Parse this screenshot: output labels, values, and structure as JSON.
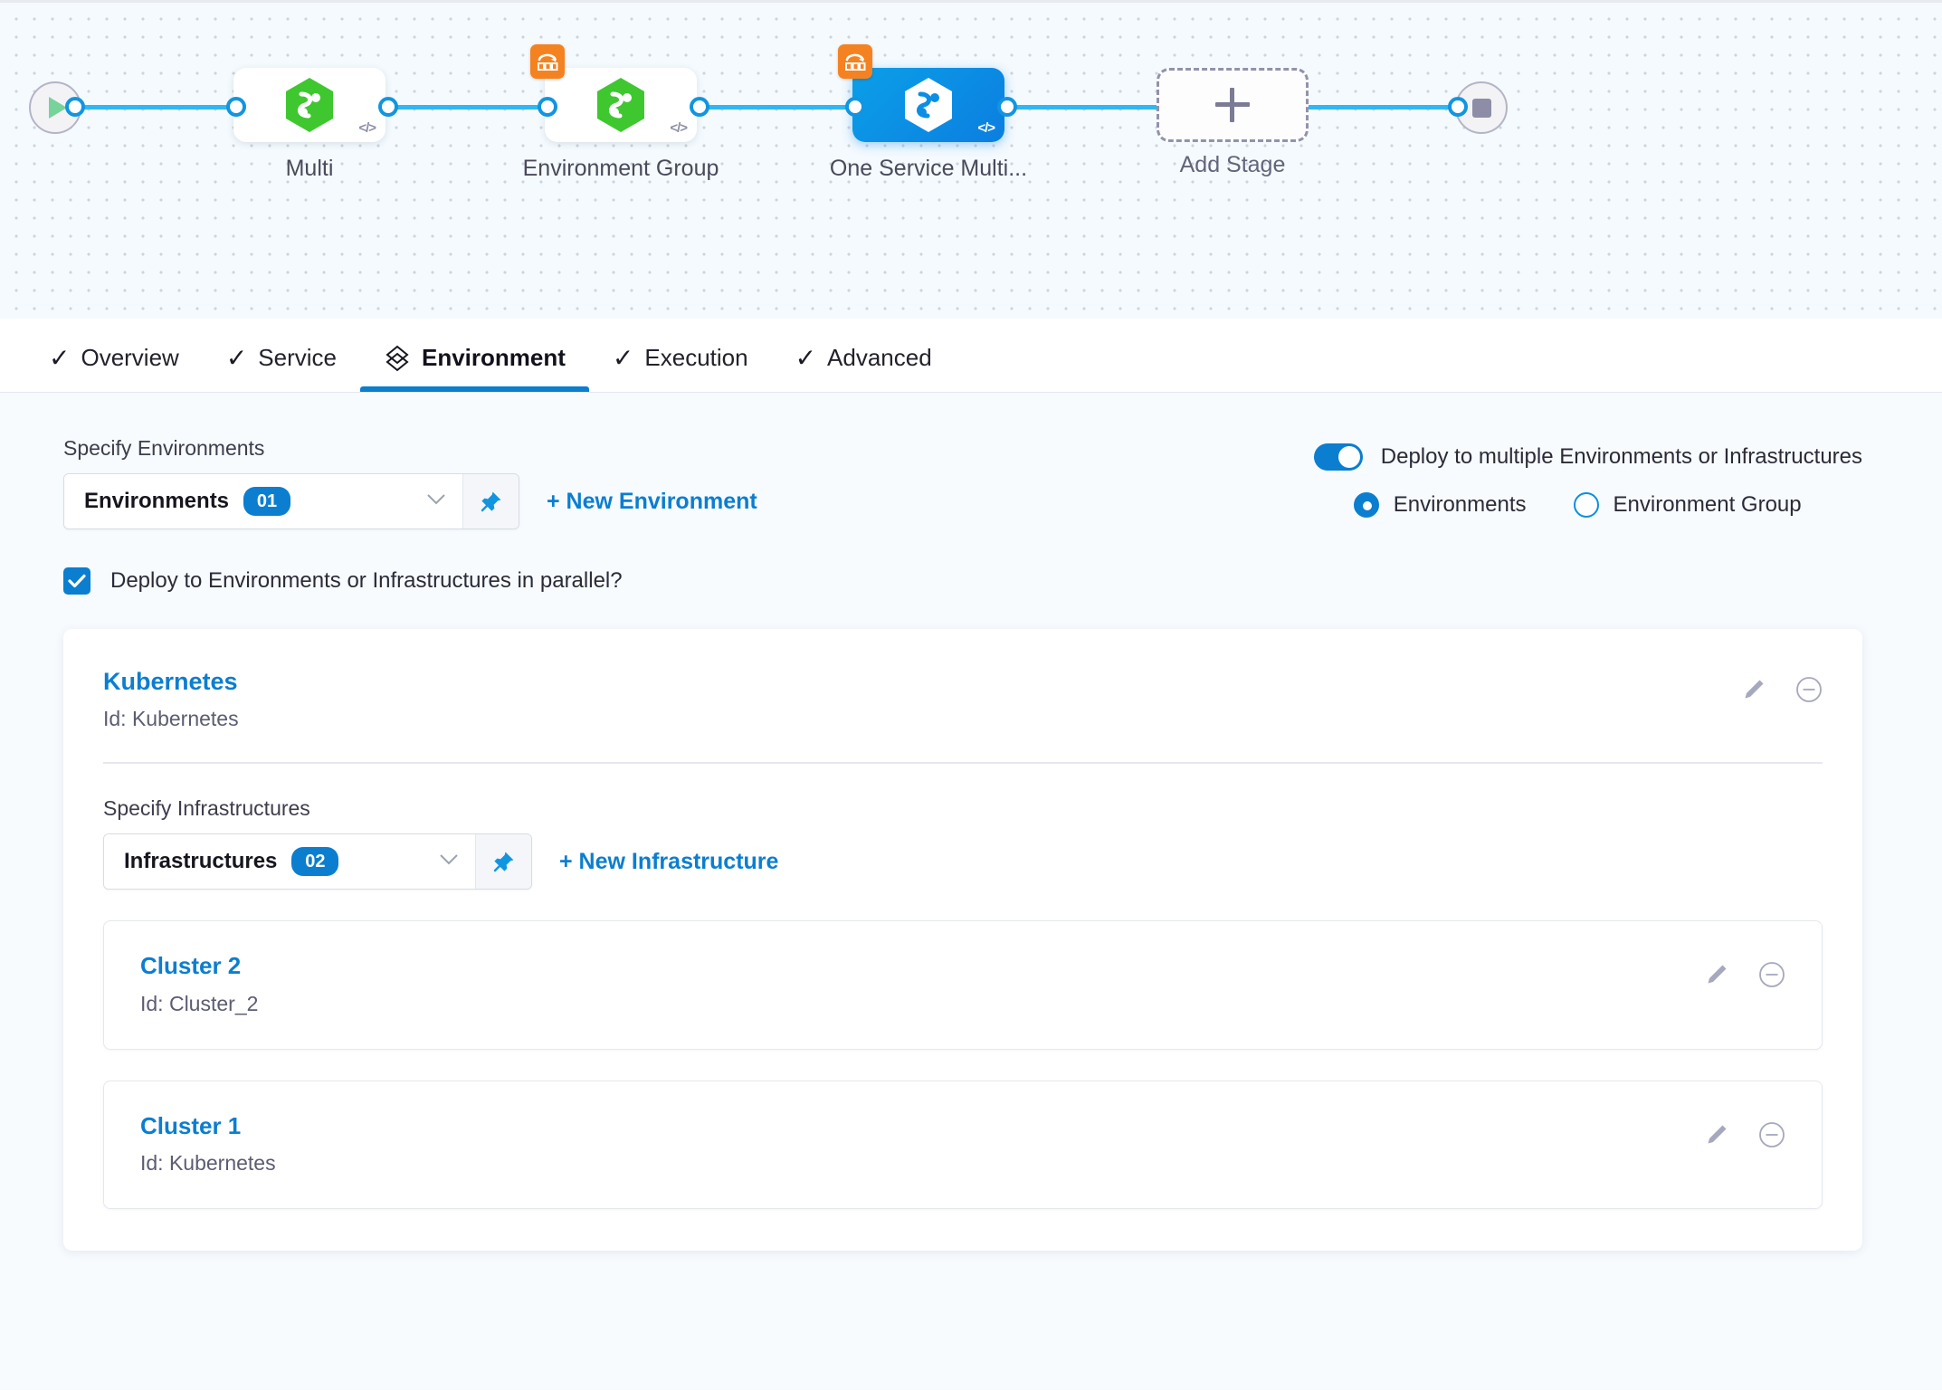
{
  "pipeline": {
    "start_node": "start-play",
    "end_node": "stop",
    "stages": [
      {
        "label": "Multi",
        "selected": false,
        "matrix_badge": false,
        "code_badge": "</>"
      },
      {
        "label": "Environment Group",
        "selected": false,
        "matrix_badge": true,
        "code_badge": "</>"
      },
      {
        "label": "One Service Multi...",
        "selected": true,
        "matrix_badge": true,
        "code_badge": "</>"
      }
    ],
    "add_stage_label": "Add Stage"
  },
  "tabs": [
    {
      "label": "Overview",
      "icon": "check-icon",
      "active": false
    },
    {
      "label": "Service",
      "icon": "check-icon",
      "active": false
    },
    {
      "label": "Environment",
      "icon": "layers-icon",
      "active": true
    },
    {
      "label": "Execution",
      "icon": "check-icon",
      "active": false
    },
    {
      "label": "Advanced",
      "icon": "check-icon",
      "active": false
    }
  ],
  "environments": {
    "specify_label": "Specify Environments",
    "select_text": "Environments",
    "select_count": "01",
    "new_link": "+ New Environment",
    "parallel_label": "Deploy to Environments or Infrastructures in parallel?",
    "parallel_checked": true
  },
  "multi_deploy": {
    "toggle_label": "Deploy to multiple Environments or Infrastructures",
    "toggle_on": true,
    "options": [
      {
        "label": "Environments",
        "selected": true
      },
      {
        "label": "Environment Group",
        "selected": false
      }
    ]
  },
  "environment_card": {
    "name": "Kubernetes",
    "id": "Id: Kubernetes",
    "edit_icon": "pencil-icon",
    "remove_icon": "minus-circle-icon"
  },
  "infrastructures": {
    "specify_label": "Specify Infrastructures",
    "select_text": "Infrastructures",
    "select_count": "02",
    "new_link": "+ New Infrastructure",
    "items": [
      {
        "name": "Cluster 2",
        "id": "Id: Cluster_2"
      },
      {
        "name": "Cluster 1",
        "id": "Id: Kubernetes"
      }
    ]
  },
  "colors": {
    "accent": "#0b7ed0",
    "connector": "#2db8f5",
    "matrix_badge": "#f58220",
    "hex_green": "#3fc72f",
    "selected_stage": "#0b8ee4"
  }
}
